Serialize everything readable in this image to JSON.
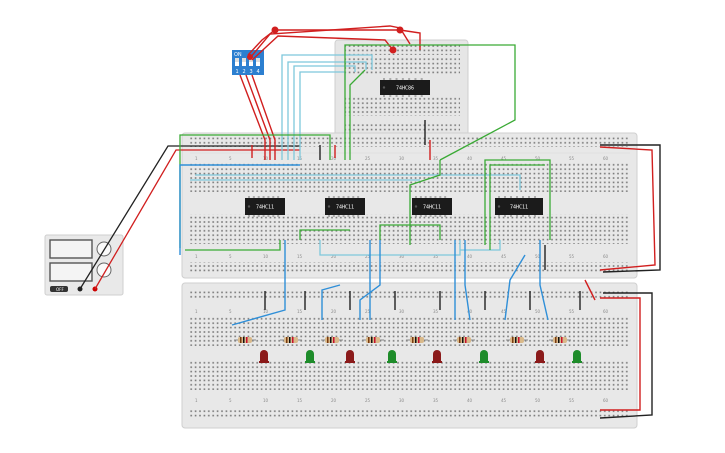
{
  "chips": [
    {
      "id": "top",
      "label": "74HC86"
    },
    {
      "id": "m1",
      "label": "74HC11"
    },
    {
      "id": "m2",
      "label": "74HC11"
    },
    {
      "id": "m3",
      "label": "74HC11"
    },
    {
      "id": "m4",
      "label": "74HC11"
    }
  ],
  "dip_switch": {
    "on_label": "ON",
    "numbers": [
      "1",
      "2",
      "3",
      "4"
    ]
  },
  "breadboard_columns": [
    "1",
    "5",
    "10",
    "15",
    "20",
    "25",
    "30",
    "35",
    "40",
    "45",
    "50",
    "55",
    "60"
  ],
  "power_supply": {
    "label": "OFF"
  },
  "colors": {
    "wire_red": "#d11f1f",
    "wire_black": "#222222",
    "wire_blue": "#2f8fd8",
    "wire_lightblue": "#7ec8dc",
    "wire_green": "#3aaa35",
    "led_red": "#8b1a1a",
    "led_green": "#1e8c2a",
    "breadboard": "#e8e8e8",
    "chip": "#1b1b1b",
    "dip": "#2c7fd0"
  }
}
